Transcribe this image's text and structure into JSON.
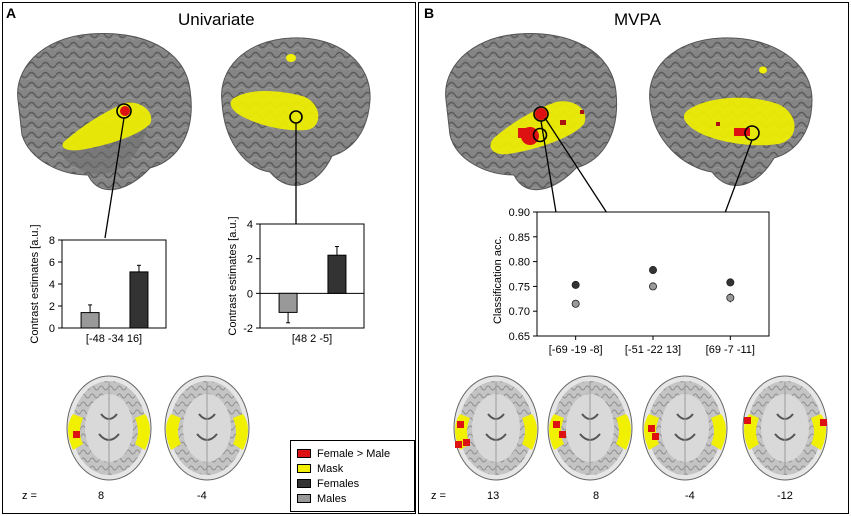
{
  "panels": {
    "a": {
      "letter": "A",
      "title": "Univariate"
    },
    "b": {
      "letter": "B",
      "title": "MVPA"
    }
  },
  "colors": {
    "female_gt_male": "#dd1111",
    "mask": "#f0f000",
    "females": "#333333",
    "males": "#999999",
    "brain_gray": "#7a7a7a",
    "axial_gray": "#bdbdbd"
  },
  "legend": {
    "items": [
      {
        "label": "Female > Male",
        "color": "#dd1111"
      },
      {
        "label": "Mask",
        "color": "#f0f000"
      },
      {
        "label": "Females",
        "color": "#333333"
      },
      {
        "label": "Males",
        "color": "#999999"
      }
    ]
  },
  "slices": {
    "a": {
      "z_prefix": "z =",
      "z_values": [
        "8",
        "-4"
      ]
    },
    "b": {
      "z_prefix": "z =",
      "z_values": [
        "13",
        "8",
        "-4",
        "-12"
      ]
    }
  },
  "chart_data": [
    {
      "type": "bar",
      "categories": [
        "[-48 -34 16]"
      ],
      "series": [
        {
          "name": "Males",
          "values": [
            1.4
          ],
          "error": [
            0.7
          ]
        },
        {
          "name": "Females",
          "values": [
            5.1
          ],
          "error": [
            0.6
          ]
        }
      ],
      "ylabel": "Contrast estimates [a.u.]",
      "xlabel": "[-48 -34 16]",
      "ylim": [
        0,
        8
      ],
      "yticks": [
        "0",
        "2",
        "4",
        "6",
        "8"
      ]
    },
    {
      "type": "bar",
      "categories": [
        "[48 2 -5]"
      ],
      "series": [
        {
          "name": "Males",
          "values": [
            -1.1
          ],
          "error": [
            0.6
          ]
        },
        {
          "name": "Females",
          "values": [
            2.2
          ],
          "error": [
            0.5
          ]
        }
      ],
      "ylabel": "Contrast estimates [a.u.]",
      "xlabel": "[48 2 -5]",
      "ylim": [
        -2,
        4
      ],
      "yticks": [
        "-2",
        "0",
        "2",
        "4"
      ]
    },
    {
      "type": "scatter",
      "categories": [
        "[-69 -19 -8]",
        "[-51 -22 13]",
        "[69 -7 -11]"
      ],
      "series": [
        {
          "name": "Females",
          "values": [
            0.753,
            0.783,
            0.758
          ],
          "error": [
            0.006,
            0.004,
            0.007
          ]
        },
        {
          "name": "Males",
          "values": [
            0.715,
            0.75,
            0.727
          ],
          "error": [
            0.007,
            0.005,
            0.009
          ]
        }
      ],
      "ylabel": "Classification acc.",
      "ylim": [
        0.65,
        0.9
      ],
      "yticks": [
        "0.65",
        "0.70",
        "0.75",
        "0.80",
        "0.85",
        "0.90"
      ]
    }
  ]
}
